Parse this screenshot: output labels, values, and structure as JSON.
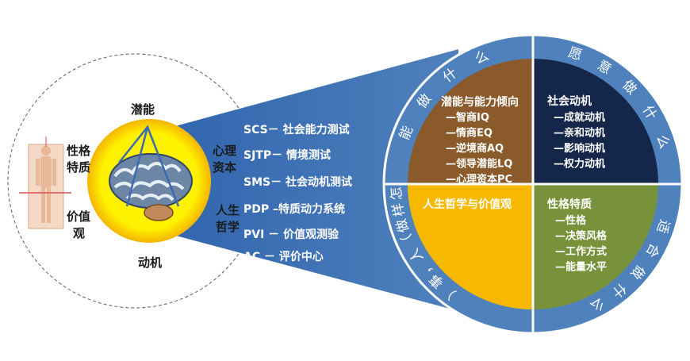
{
  "left": {
    "top_label": "潜能",
    "bottom_label": "动机",
    "left_labels": [
      "性格",
      "特质",
      "价值",
      "观"
    ],
    "right_labels": [
      "心理",
      "资本",
      "人生",
      "哲学"
    ]
  },
  "tools": [
    "SCS－ 社会能力测试",
    "SJTP－ 情境测试",
    "SMS－ 社会动机测试",
    "PDP –特质动力系统",
    "PVI － 价值观测验",
    "AC － 评价中心"
  ],
  "ring": {
    "top_left": "能做什么",
    "top_right": "愿意做什么",
    "bottom_left": "怎样做（人，事）",
    "bottom_right": "适合做什么"
  },
  "quadrants": {
    "tl": {
      "title": "潜能与能力倾向",
      "items": [
        "—智商IQ",
        "—情商EQ",
        "—逆境商AQ",
        "—领导潜能LQ",
        "—心理资本PC"
      ],
      "color": "#8a5a2b"
    },
    "tr": {
      "title": "社会动机",
      "items": [
        "—成就动机",
        "—亲和动机",
        "—影响动机",
        "—权力动机"
      ],
      "color": "#14264a"
    },
    "bl": {
      "title": "人生哲学与价值观",
      "items": [],
      "color": "#f6b800"
    },
    "br": {
      "title": "性格特质",
      "items": [
        "—性格",
        "—决策风格",
        "—工作方式",
        "—能量水平"
      ],
      "color": "#77923a"
    }
  },
  "colors": {
    "ring_blue": "#4f81bd",
    "beam": "#3d72b8",
    "sun": "#fff200"
  }
}
